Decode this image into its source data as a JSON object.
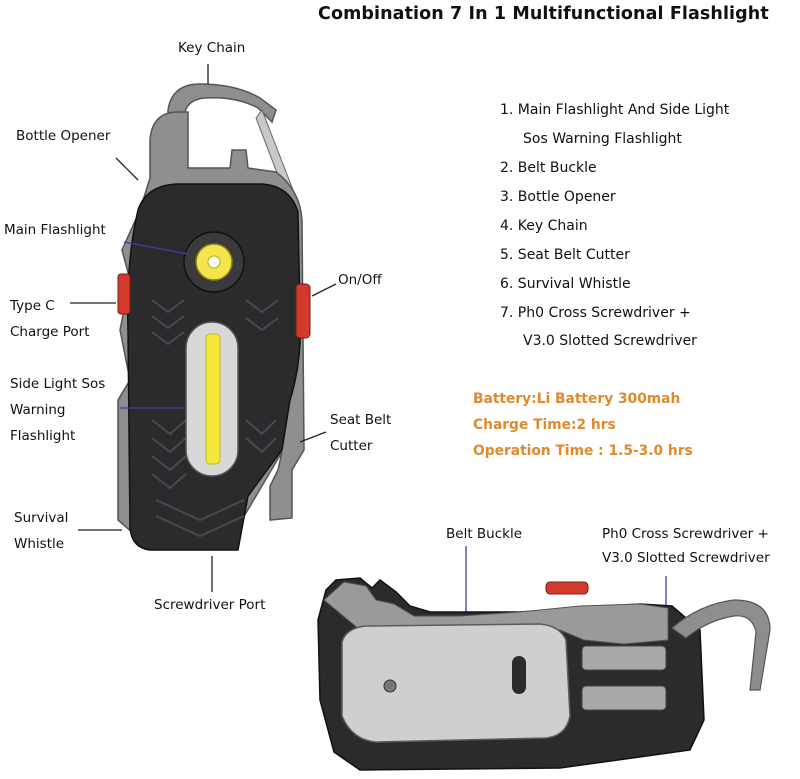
{
  "title": "Combination 7 In 1 Multifunctional Flashlight",
  "labels": {
    "key_chain": "Key Chain",
    "bottle_opener": "Bottle Opener",
    "main_flashlight": "Main Flashlight",
    "type_c_1": "Type C",
    "type_c_2": "Charge Port",
    "side_light_1": "Side Light Sos",
    "side_light_2": "Warning",
    "side_light_3": "Flashlight",
    "survival_1": "Survival",
    "survival_2": "Whistle",
    "screwdriver_port": "Screwdriver Port",
    "on_off": "On/Off",
    "seat_belt_1": "Seat Belt",
    "seat_belt_2": "Cutter",
    "belt_buckle": "Belt Buckle",
    "ph0_1": "Ph0 Cross Screwdriver +",
    "ph0_2": "V3.0 Slotted Screwdriver"
  },
  "features": [
    "1. Main Flashlight And Side Light",
    "Sos Warning Flashlight",
    "2. Belt Buckle",
    "3. Bottle Opener",
    "4. Key Chain",
    "5. Seat Belt Cutter",
    "6. Survival Whistle",
    "7. Ph0 Cross Screwdriver +",
    "V3.0 Slotted Screwdriver"
  ],
  "specs": [
    "Battery:Li Battery 300mah",
    "Charge Time:2 hrs",
    "Operation Time : 1.5-3.0 hrs"
  ],
  "colors": {
    "spec_text": "#e08a2c",
    "body_dark": "#2b2b2d",
    "metal": "#8c8c8c",
    "led_yellow": "#f2e64a",
    "button_red": "#d33a2c",
    "pointer_line": "#3b3fa8"
  }
}
